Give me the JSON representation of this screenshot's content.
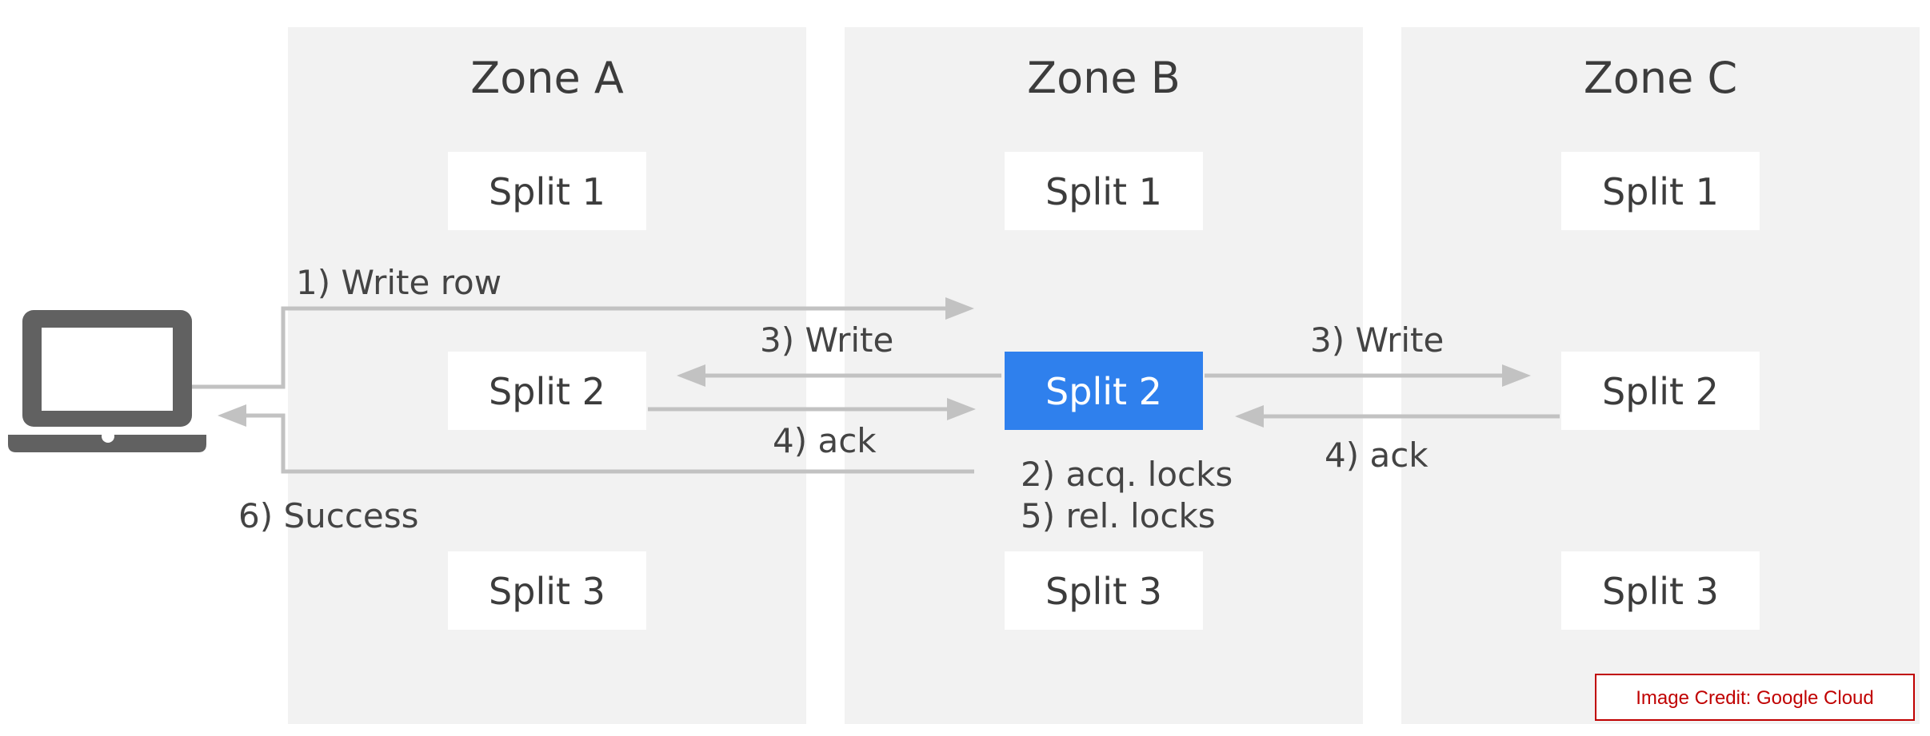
{
  "zones": [
    {
      "title": "Zone A",
      "splits": [
        "Split 1",
        "Split 2",
        "Split 3"
      ]
    },
    {
      "title": "Zone B",
      "splits": [
        "Split 1",
        "Split 2",
        "Split 3"
      ]
    },
    {
      "title": "Zone C",
      "splits": [
        "Split 1",
        "Split 2",
        "Split 3"
      ]
    }
  ],
  "leader_split": {
    "zone": "Zone B",
    "split": "Split 2"
  },
  "steps": {
    "write_row": "1) Write row",
    "write_left": "3) Write",
    "write_right": "3) Write",
    "ack_left": "4) ack",
    "ack_right": "4) ack",
    "acq_locks": "2) acq. locks",
    "rel_locks": "5) rel. locks",
    "success": "6) Success"
  },
  "client_icon": "laptop-icon",
  "credit": "Image Credit: Google Cloud",
  "colors": {
    "zone_background": "#f2f2f2",
    "leader_split": "#2f80ed",
    "arrows": "#c2c2c2",
    "credit": "#c00000"
  }
}
